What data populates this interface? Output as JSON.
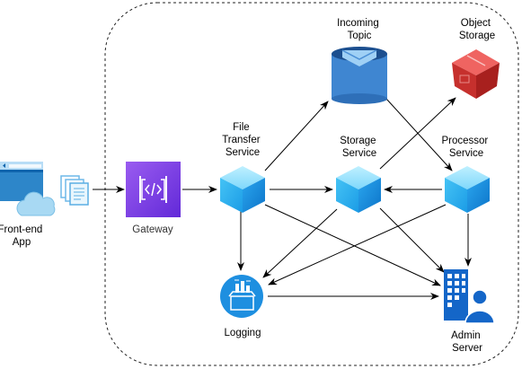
{
  "diagram": {
    "nodes": {
      "frontend": {
        "label": [
          "Front-end",
          "App"
        ]
      },
      "gateway": {
        "label": [
          "Gateway"
        ]
      },
      "file_transfer": {
        "label": [
          "File",
          "Transfer",
          "Service"
        ]
      },
      "incoming_topic": {
        "label": [
          "Incoming",
          "Topic"
        ]
      },
      "object_storage": {
        "label": [
          "Object",
          "Storage"
        ]
      },
      "storage_service": {
        "label": [
          "Storage",
          "Service"
        ]
      },
      "processor_service": {
        "label": [
          "Processor",
          "Service"
        ]
      },
      "logging": {
        "label": [
          "Logging"
        ]
      },
      "admin_server": {
        "label": [
          "Admin",
          "Server"
        ]
      }
    },
    "icons": {
      "frontend": "browser-window-cloud-icon",
      "documents": "documents-stack-icon",
      "gateway": "api-gateway-icon",
      "service": "cube-icon",
      "topic": "queue-topic-icon",
      "storage": "object-storage-bucket-icon",
      "logging": "logging-icon",
      "admin": "admin-server-icon"
    },
    "colors": {
      "gateway": "#7b3fe4",
      "cube": "#29a9ef",
      "topic": "#3a7fcf",
      "storage": "#d6403c",
      "logging": "#1e8fe0",
      "admin": "#1466c8",
      "frontend": "#1f6fb8"
    }
  }
}
